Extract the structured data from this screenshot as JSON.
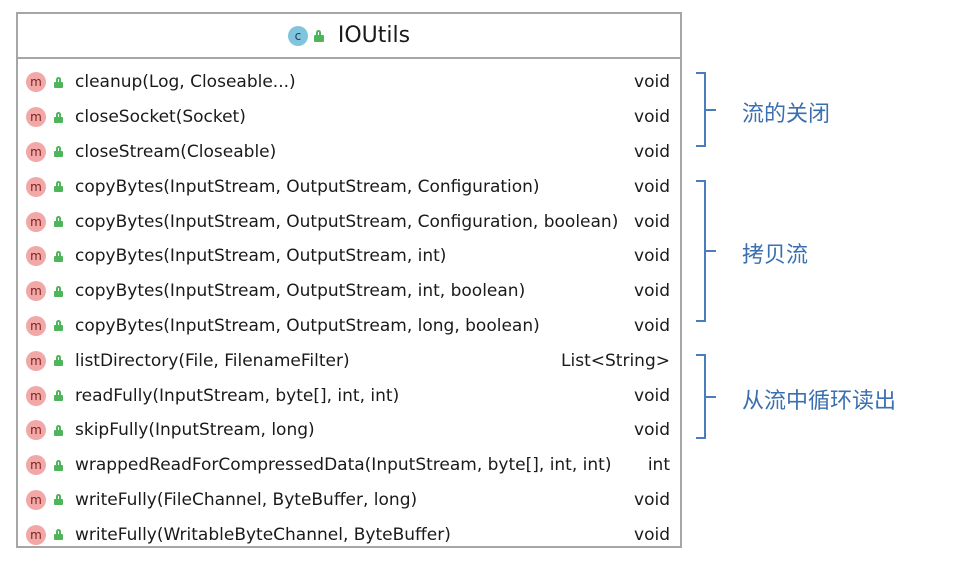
{
  "class": {
    "icon_letter": "c",
    "name": "IOUtils"
  },
  "methods": [
    {
      "signature": "cleanup(Log, Closeable...)",
      "return": "void"
    },
    {
      "signature": "closeSocket(Socket)",
      "return": "void"
    },
    {
      "signature": "closeStream(Closeable)",
      "return": "void"
    },
    {
      "signature": "copyBytes(InputStream, OutputStream, Configuration)",
      "return": "void"
    },
    {
      "signature": "copyBytes(InputStream, OutputStream, Configuration, boolean)",
      "return": "void"
    },
    {
      "signature": "copyBytes(InputStream, OutputStream, int)",
      "return": "void"
    },
    {
      "signature": "copyBytes(InputStream, OutputStream, int, boolean)",
      "return": "void"
    },
    {
      "signature": "copyBytes(InputStream, OutputStream, long, boolean)",
      "return": "void"
    },
    {
      "signature": "listDirectory(File, FilenameFilter)",
      "return": "List<String>"
    },
    {
      "signature": "readFully(InputStream, byte[], int, int)",
      "return": "void"
    },
    {
      "signature": "skipFully(InputStream, long)",
      "return": "void"
    },
    {
      "signature": "wrappedReadForCompressedData(InputStream, byte[], int, int)",
      "return": "int"
    },
    {
      "signature": "writeFully(FileChannel, ByteBuffer, long)",
      "return": "void"
    },
    {
      "signature": "writeFully(WritableByteChannel, ByteBuffer)",
      "return": "void"
    }
  ],
  "method_icon_letter": "m",
  "groups": [
    {
      "label": "流的关闭"
    },
    {
      "label": "拷贝流"
    },
    {
      "label": "从流中循环读出"
    }
  ],
  "colors": {
    "border": "#a6a6a6",
    "class_icon": "#80c4dd",
    "method_icon": "#f3a8a8",
    "lock": "#4fb55b",
    "annotation": "#3c6fb0"
  }
}
